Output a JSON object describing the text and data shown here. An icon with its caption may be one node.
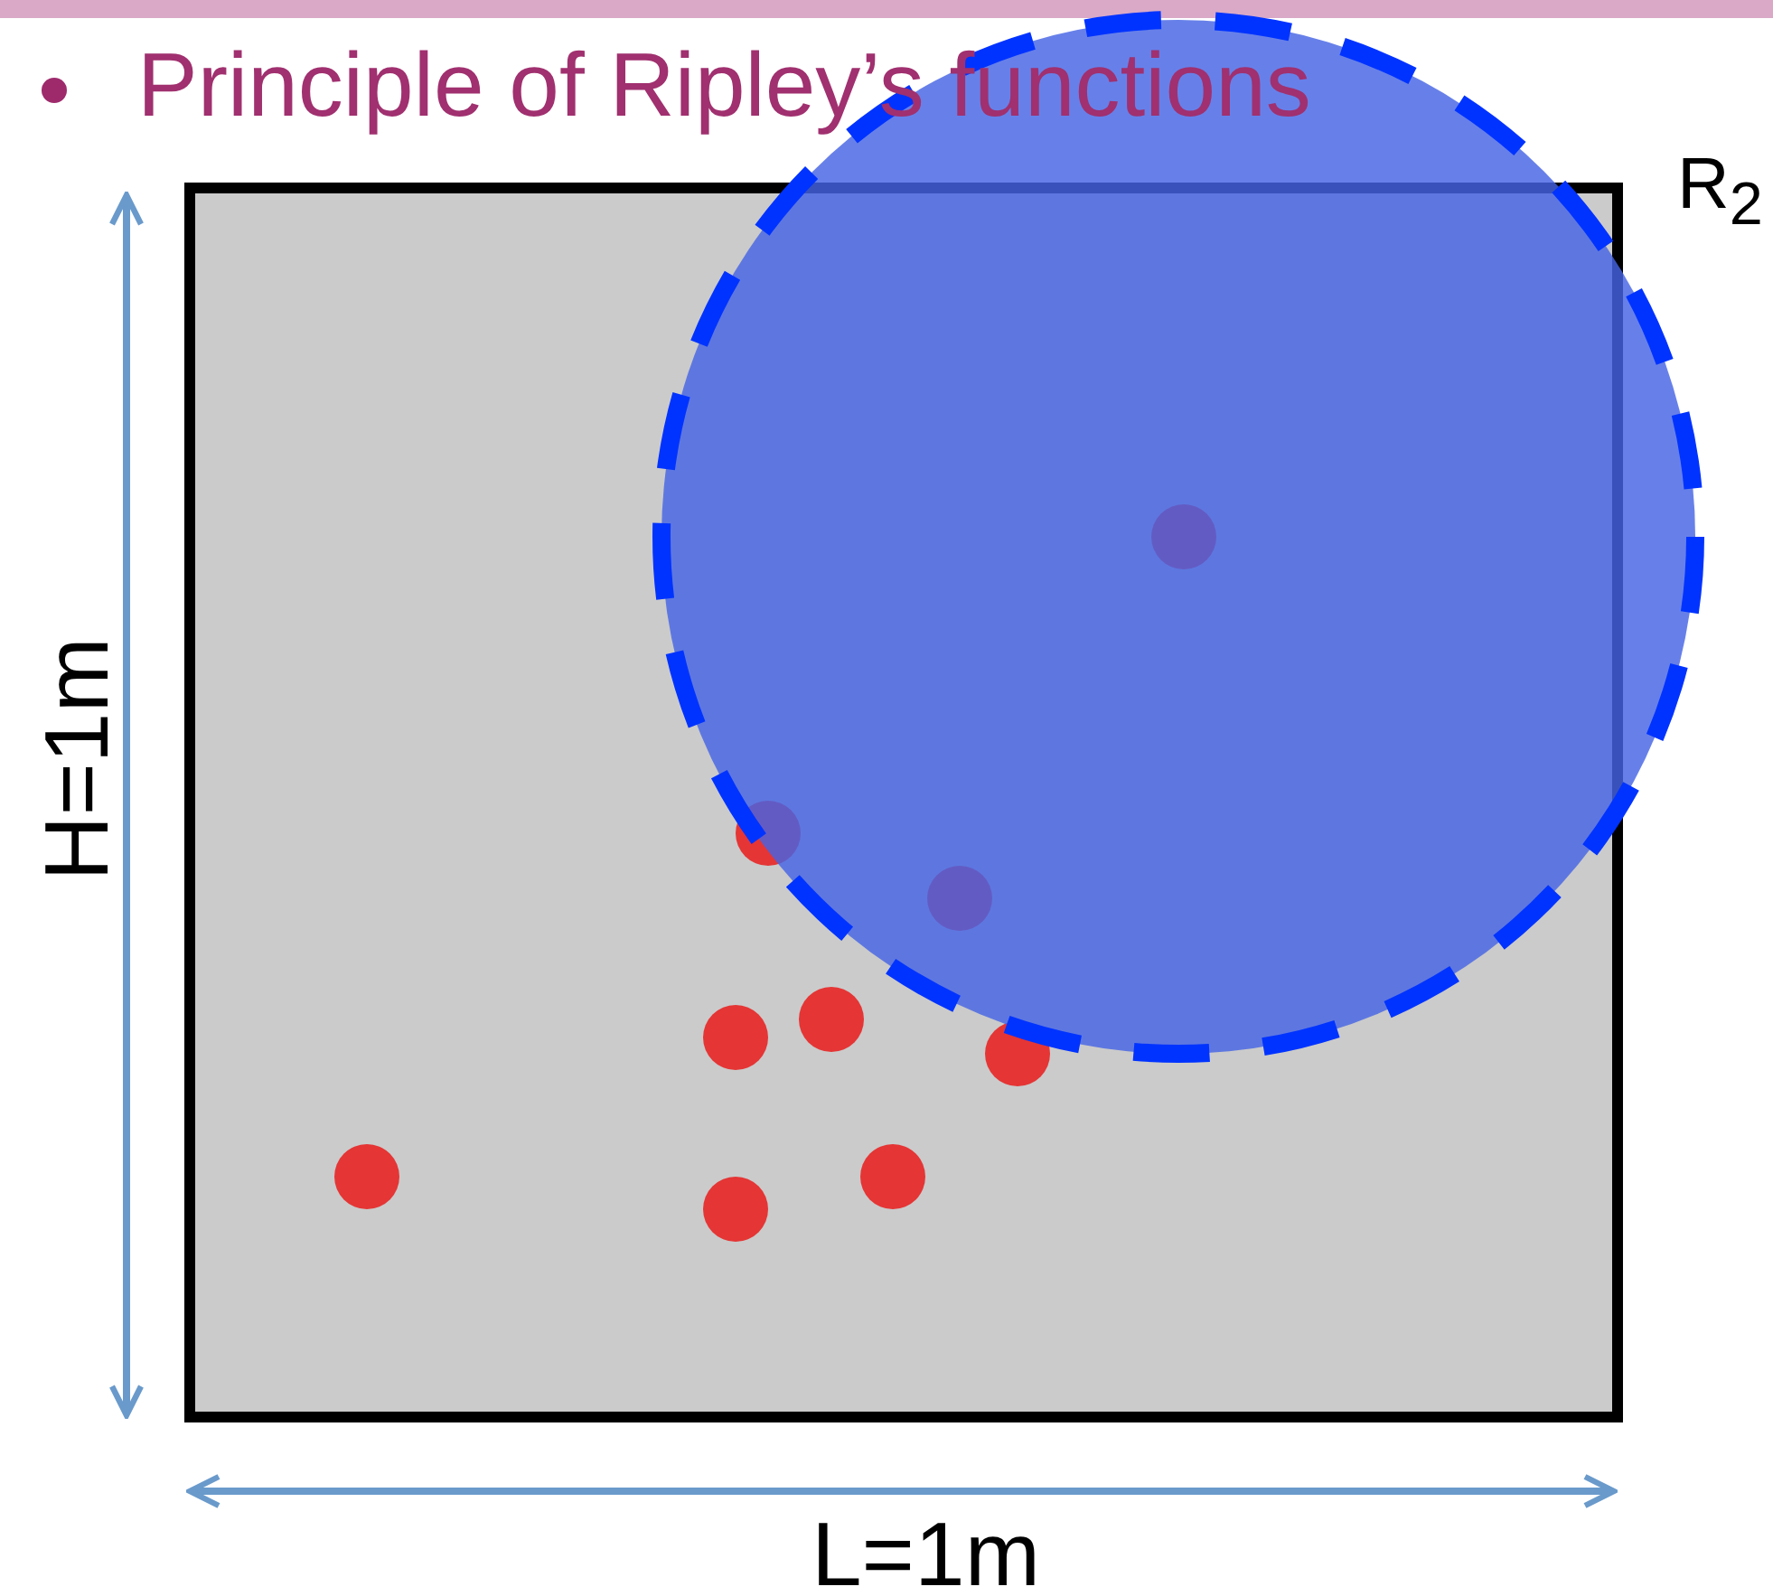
{
  "diagram": {
    "title": "Principle of Ripley’s functions",
    "labels": [
      "R$_{2}$",
      "H=1m",
      "L=1m"
    ]
  }
}
